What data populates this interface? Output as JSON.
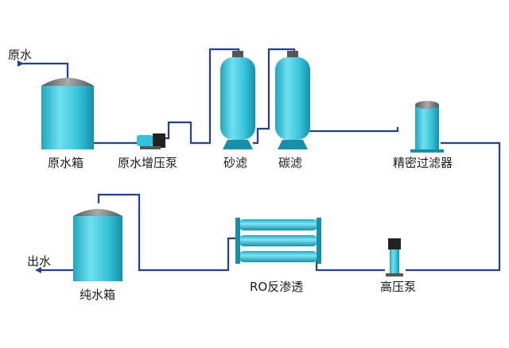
{
  "labels": {
    "raw_water_inlet": "原水",
    "raw_water_tank": "原水箱",
    "booster_pump": "原水增压泵",
    "sand_filter": "砂滤",
    "carbon_filter": "碳滤",
    "precision_filter": "精密过滤器",
    "pure_water_tank": "纯水箱",
    "water_outlet": "出水",
    "ro_membrane": "RO反渗透",
    "high_pressure_pump": "高压泵"
  },
  "colors": {
    "pipe": "#1f3ea8",
    "vessel_light": "#7fe3f2",
    "vessel_mid": "#33c2d9",
    "vessel_dark": "#1590a8",
    "tank_top": "#777777",
    "motor": "#222222"
  }
}
